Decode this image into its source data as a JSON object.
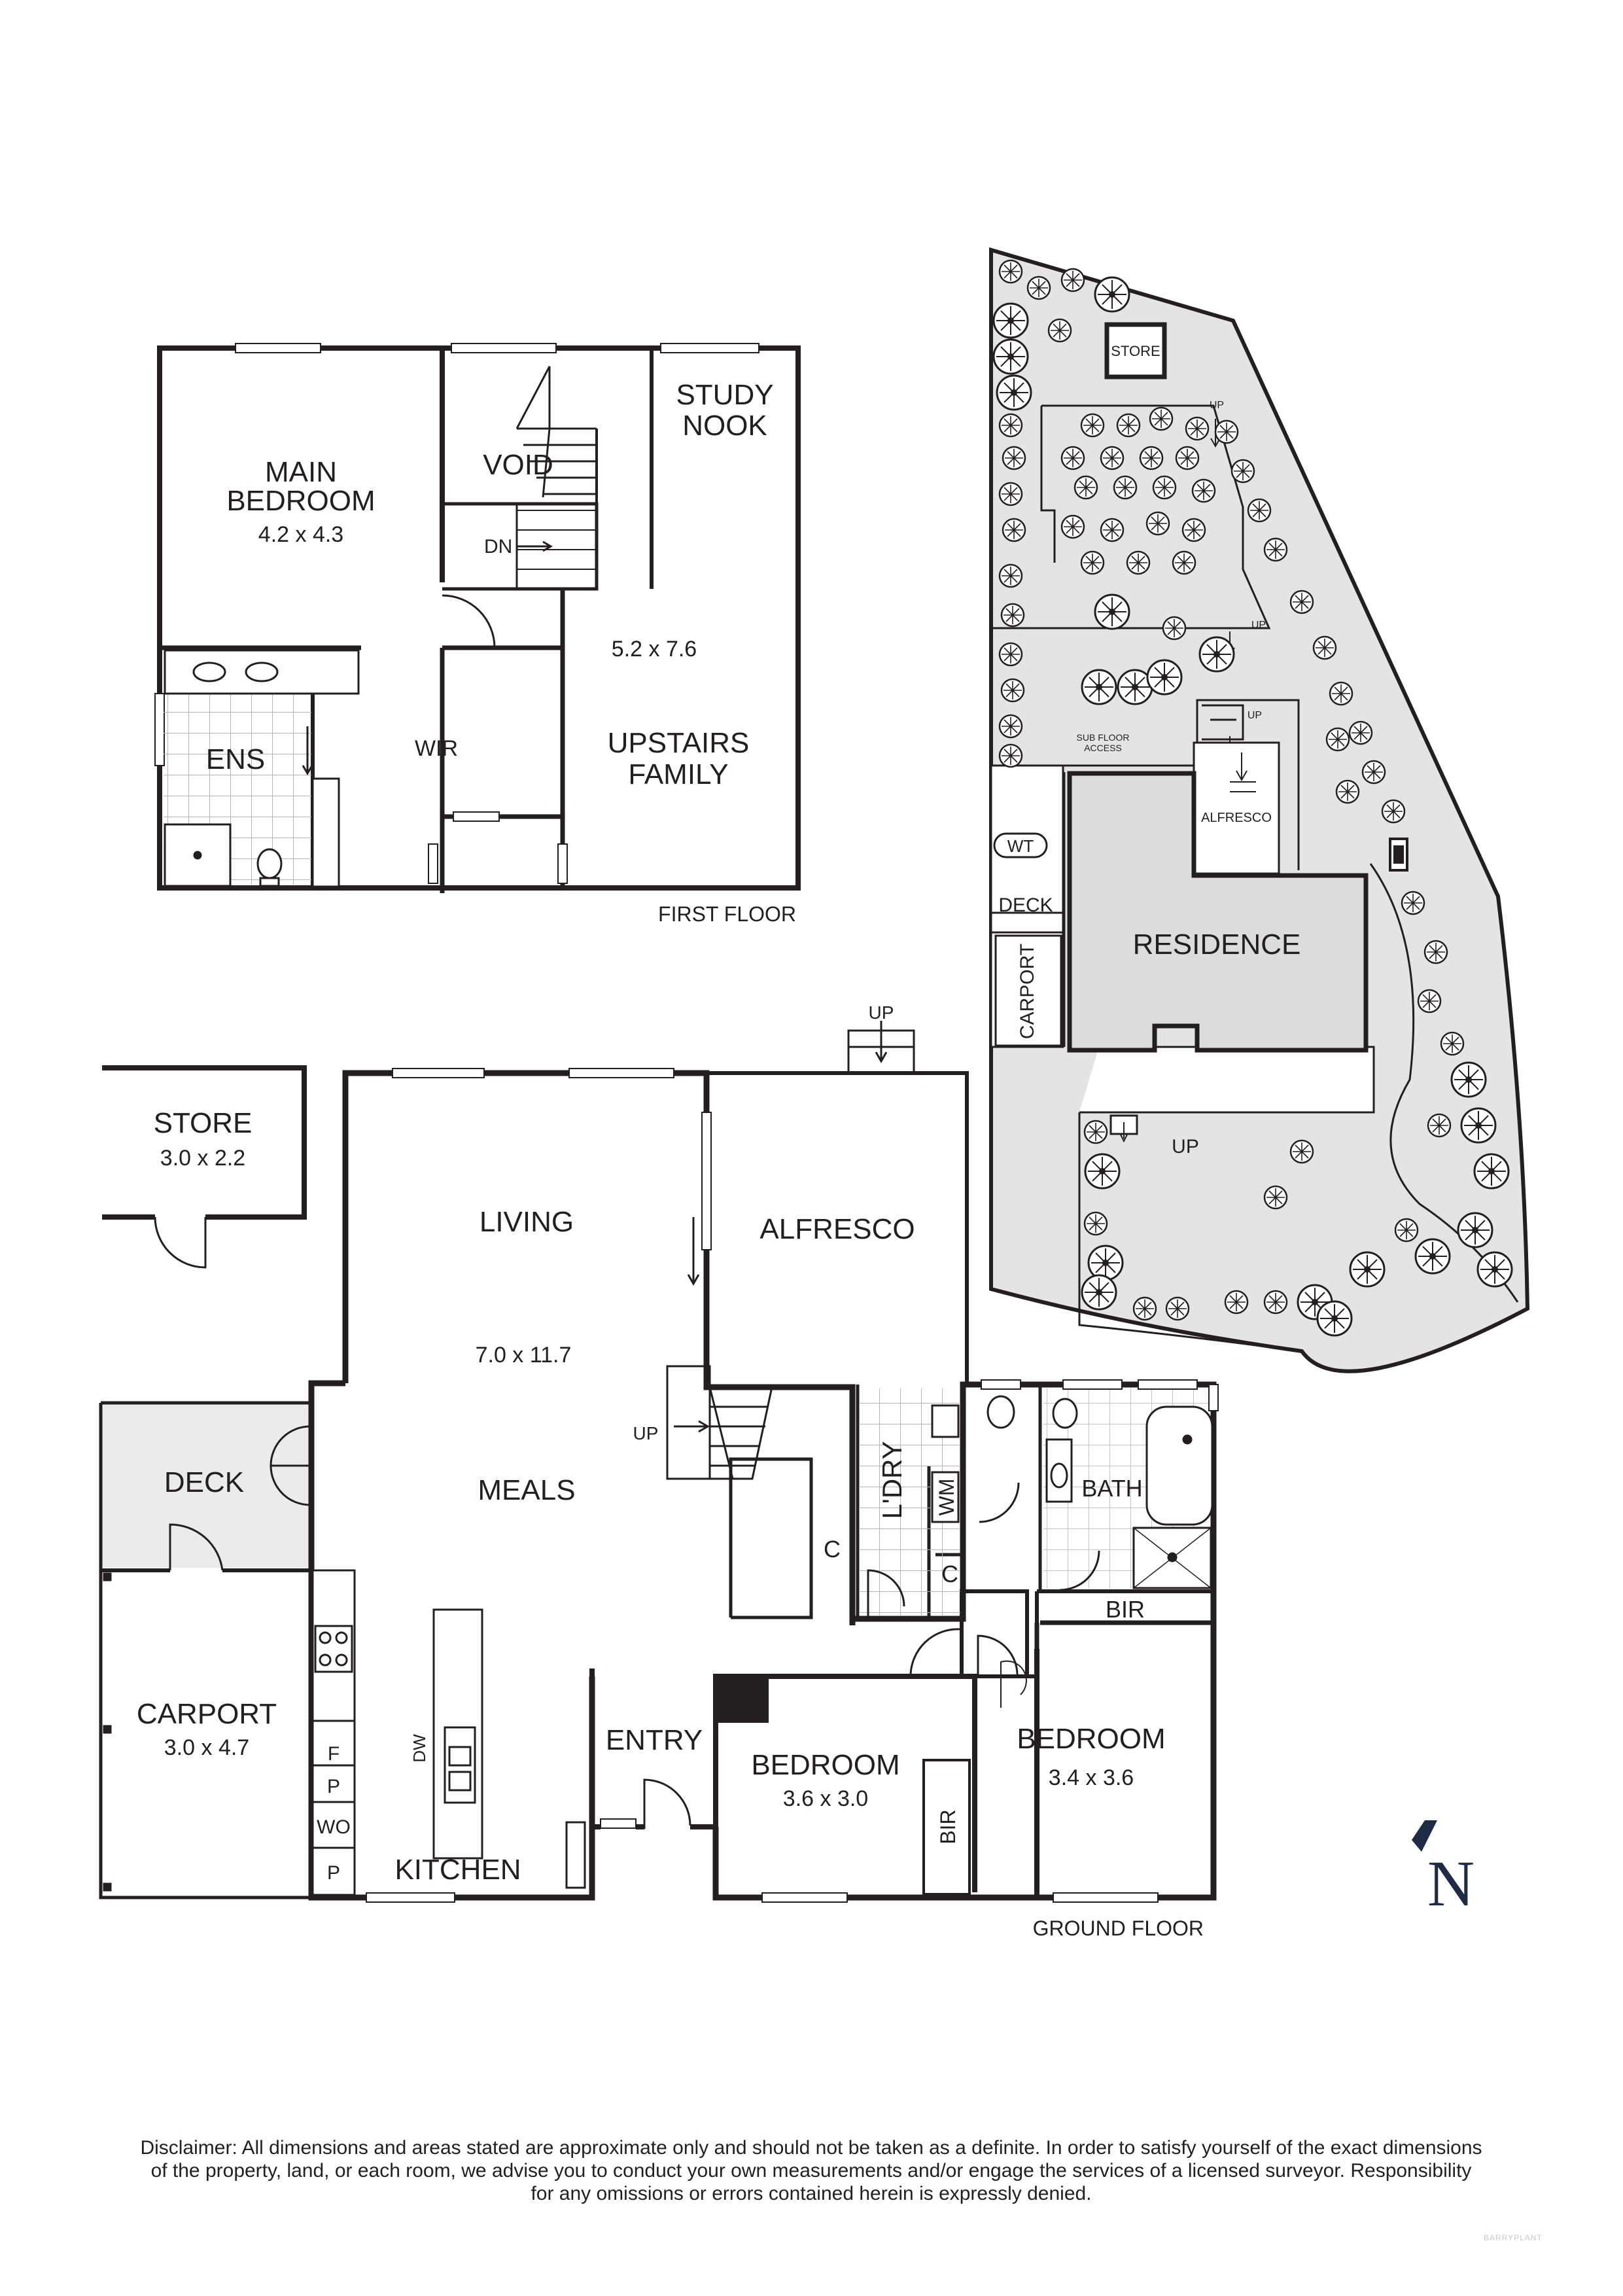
{
  "first_floor": {
    "heading": "FIRST FLOOR",
    "main_bedroom": {
      "name": "MAIN",
      "name2": "BEDROOM",
      "dims": "4.2 x 4.3"
    },
    "void": "VOID",
    "study_nook": {
      "line1": "STUDY",
      "line2": "NOOK"
    },
    "stair_dn": "DN",
    "upstairs_family": {
      "dims": "5.2 x 7.6",
      "line1": "UPSTAIRS",
      "line2": "FAMILY"
    },
    "ensuite": "ENS",
    "wir": "WIR"
  },
  "ground_floor": {
    "heading": "GROUND FLOOR",
    "store": {
      "name": "STORE",
      "dims": "3.0 x 2.2"
    },
    "living": "LIVING",
    "living_dims": "7.0 x 11.7",
    "meals": "MEALS",
    "alfresco": "ALFRESCO",
    "alfresco_up": "UP",
    "stair_up": "UP",
    "deck": "DECK",
    "carport": {
      "name": "CARPORT",
      "dims": "3.0 x 4.7"
    },
    "kitchen": "KITCHEN",
    "dw": "DW",
    "fridge": "F",
    "pantry1": "P",
    "wo": "WO",
    "pantry2": "P",
    "entry": "ENTRY",
    "laundry": "L'DRY",
    "wm": "WM",
    "cupboard1": "C",
    "cupboard2": "C",
    "bath": "BATH",
    "bir1": "BIR",
    "bedroom1": {
      "name": "BEDROOM",
      "dims": "3.6 x 3.0"
    },
    "bir2": "BIR",
    "bedroom2": {
      "name": "BEDROOM",
      "dims": "3.4 x 3.6"
    }
  },
  "site_plan": {
    "store": "STORE",
    "up1": "UP",
    "up2": "UP",
    "up3": "UP",
    "up4": "UP",
    "sub_floor1": "SUB FLOOR",
    "sub_floor2": "ACCESS",
    "alfresco": "ALFRESCO",
    "wt": "WT",
    "deck": "DECK",
    "carport": "CARPORT",
    "residence": "RESIDENCE"
  },
  "compass": {
    "letter": "N"
  },
  "disclaimer": {
    "line1": "Disclaimer: All dimensions and areas stated are approximate only and should not be taken as a definite. In order to satisfy yourself of the exact dimensions",
    "line2": "of the property, land, or each room, we advise you to conduct your own measurements and/or engage the services of a licensed surveyor. Responsibility",
    "line3": "for any omissions or errors contained herein is expressly denied."
  },
  "brand": "BARRYPLANT",
  "colors": {
    "wall": "#231f20",
    "deck_fill": "#ebebeb",
    "residence_fill": "#dcdcdc",
    "garden_fill": "#e4e4e4",
    "tile": "#b4b4b4",
    "compass": "#1f2a44"
  }
}
